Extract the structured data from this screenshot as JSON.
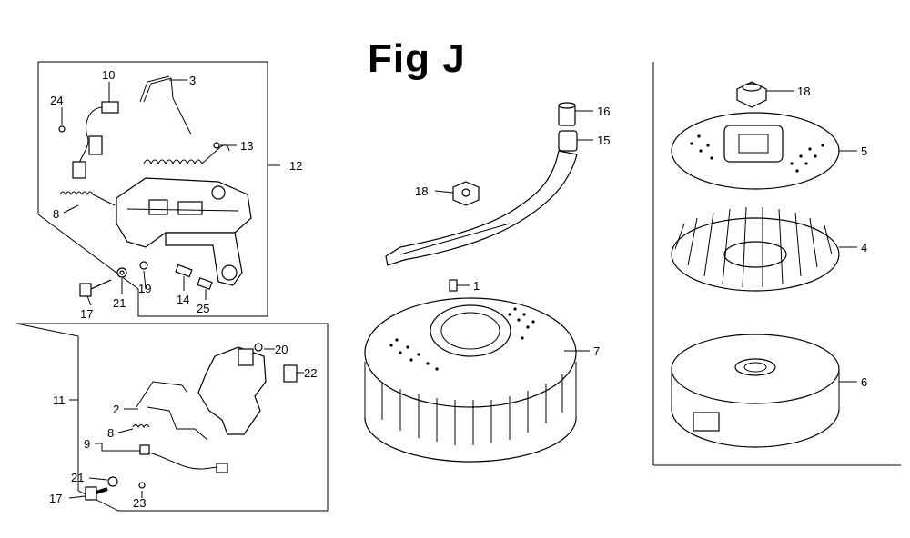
{
  "title": "Fig J",
  "callouts": {
    "p3": "3",
    "p10": "10",
    "p24": "24",
    "p13": "13",
    "p12": "12",
    "p8a": "8",
    "p19": "19",
    "p21a": "21",
    "p17a": "17",
    "p14": "14",
    "p25": "25",
    "p20": "20",
    "p22": "22",
    "p11": "11",
    "p2": "2",
    "p8b": "8",
    "p9": "9",
    "p21b": "21",
    "p17b": "17",
    "p23": "23",
    "p16": "16",
    "p15": "15",
    "p18a": "18",
    "p1": "1",
    "p7": "7",
    "p18b": "18",
    "p5": "5",
    "p4": "4",
    "p6": "6"
  }
}
